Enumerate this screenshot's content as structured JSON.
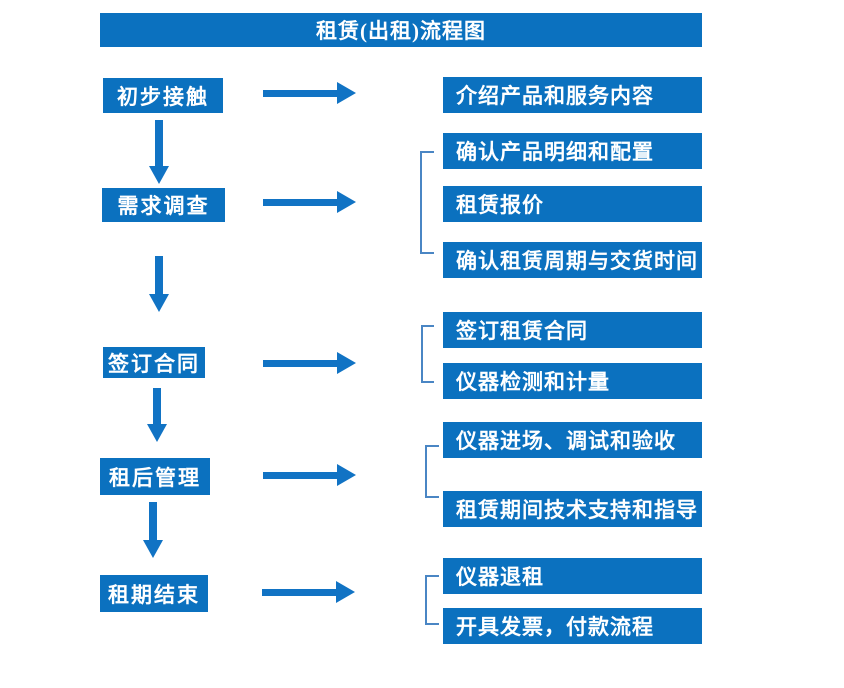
{
  "title": "租赁(出租)流程图",
  "colors": {
    "box_fill": "#0b71bf",
    "arrow": "#1173c4",
    "bracket_line": "#4a86c4",
    "text": "#ffffff",
    "background": "#ffffff"
  },
  "stages": [
    {
      "label": "初步接触",
      "outputs": [
        "介绍产品和服务内容"
      ]
    },
    {
      "label": "需求调查",
      "outputs": [
        "确认产品明细和配置",
        "租赁报价",
        "确认租赁周期与交货时间"
      ]
    },
    {
      "label": "签订合同",
      "outputs": [
        "签订租赁合同",
        "仪器检测和计量"
      ]
    },
    {
      "label": "租后管理",
      "outputs": [
        "仪器进场、调试和验收",
        "租赁期间技术支持和指导"
      ]
    },
    {
      "label": "租期结束",
      "outputs": [
        "仪器退租",
        "开具发票，付款流程"
      ]
    }
  ]
}
